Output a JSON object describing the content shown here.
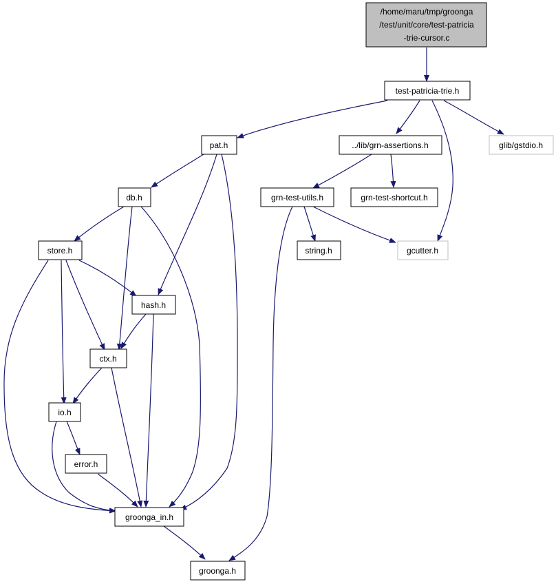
{
  "colors": {
    "edge": "#191970",
    "node_border": "#000000",
    "node_border_external": "#bfbfbf",
    "root_fill": "#bfbfbf",
    "node_fill": "#ffffff"
  },
  "nodes": {
    "root": {
      "lines": [
        "/home/maru/tmp/groonga",
        "/test/unit/core/test-patricia",
        "-trie-cursor.c"
      ]
    },
    "test_patricia_trie_h": {
      "label": "test-patricia-trie.h"
    },
    "pat_h": {
      "label": "pat.h"
    },
    "grn_assertions_h": {
      "label": "../lib/grn-assertions.h"
    },
    "glib_gstdio_h": {
      "label": "glib/gstdio.h"
    },
    "db_h": {
      "label": "db.h"
    },
    "grn_test_utils_h": {
      "label": "grn-test-utils.h"
    },
    "grn_test_shortcut_h": {
      "label": "grn-test-shortcut.h"
    },
    "store_h": {
      "label": "store.h"
    },
    "string_h": {
      "label": "string.h"
    },
    "gcutter_h": {
      "label": "gcutter.h"
    },
    "hash_h": {
      "label": "hash.h"
    },
    "ctx_h": {
      "label": "ctx.h"
    },
    "io_h": {
      "label": "io.h"
    },
    "error_h": {
      "label": "error.h"
    },
    "groonga_in_h": {
      "label": "groonga_in.h"
    },
    "groonga_h": {
      "label": "groonga.h"
    }
  }
}
